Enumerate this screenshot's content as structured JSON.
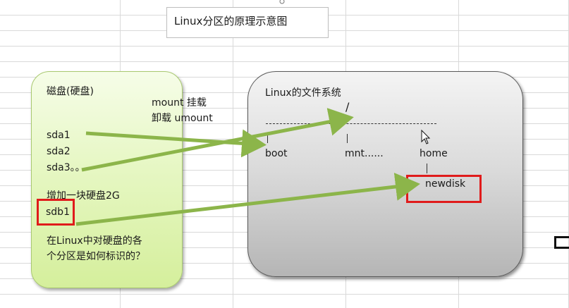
{
  "title": "Linux分区的原理示意图",
  "disk_panel": {
    "heading": "磁盘(硬盘)",
    "partitions": [
      "sda1",
      "sda2",
      "sda3。。"
    ],
    "add_disk_text": "增加一块硬盘2G",
    "new_partition": "sdb1",
    "question_line1": "在Linux中对硬盘的各",
    "question_line2": "个分区是如何标识的？"
  },
  "mount_labels": {
    "mount": "mount 挂载",
    "umount": "卸载 umount"
  },
  "fs_panel": {
    "heading": "Linux的文件系统",
    "root_marker": "/",
    "dirs": [
      "boot",
      "mnt......",
      "home"
    ],
    "subdir": "newdisk"
  },
  "colors": {
    "arrow": "#8cb54a",
    "highlight": "#e01b1b",
    "disk_panel_fill": "#e6f7c3",
    "fs_panel_fill": "#d9d9d9"
  }
}
